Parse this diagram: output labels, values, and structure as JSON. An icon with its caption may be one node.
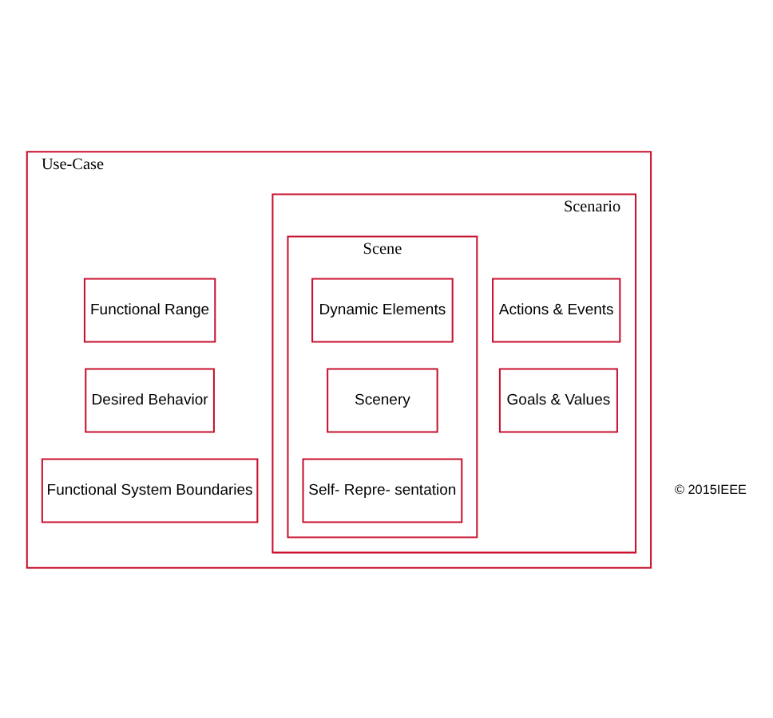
{
  "diagram": {
    "nodes": [
      {
        "text": [
          "Use-Case"
        ]
      },
      {
        "text": [
          "Functional Range"
        ],
        "in": 0
      },
      {
        "text": [
          "Desired Behavior"
        ],
        "in": 0
      },
      {
        "text": [
          "Functional System Boundaries"
        ],
        "in": 0
      },
      {
        "text": [
          "Scenario"
        ],
        "in": 0
      },
      {
        "text": [
          "Scene"
        ],
        "in": 4
      },
      {
        "text": [
          "Dynamic Elements"
        ],
        "in": 5
      },
      {
        "text": [
          "Scenery"
        ],
        "in": 5
      },
      {
        "text": [
          "Self- Repre- sentation"
        ],
        "in": 5
      },
      {
        "text": [
          "Actions & Events"
        ],
        "in": 4
      },
      {
        "text": [
          "Goals & Values"
        ],
        "in": 4
      }
    ],
    "labels": [
      "© 2015IEEE"
    ]
  }
}
